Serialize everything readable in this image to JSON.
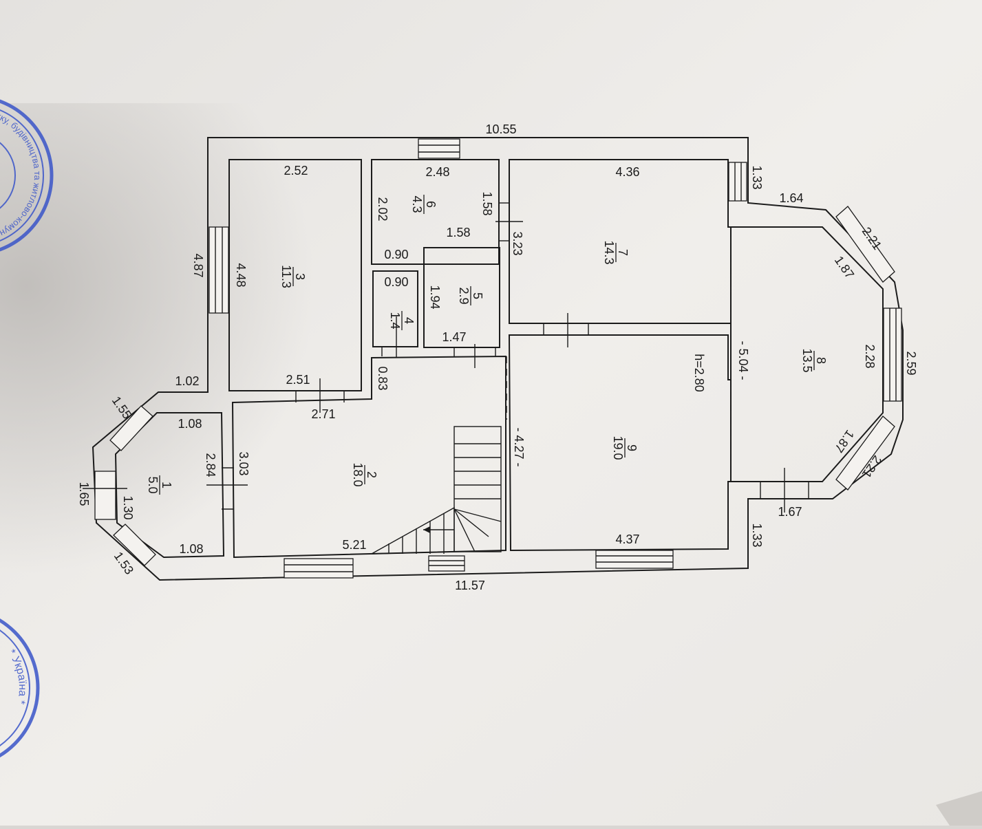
{
  "plan": {
    "dimensions": {
      "top_total": "10.55",
      "bottom_total": "11.57",
      "left_wall": "4.87",
      "bay_right_top": "1.33",
      "bay_right_bottom": "1.33",
      "bay_top_seg": "1.64",
      "bay_bottom_seg": "1.67",
      "bay_diag_top_outer": "2.21",
      "bay_diag_top_inner": "1.87",
      "bay_front_outer": "2.59",
      "bay_front_inner": "2.28",
      "bay_diag_bottom_inner": "1.87",
      "bay_diag_bottom_outer": "2.21",
      "porch_top": "1.02",
      "porch_diag_top": "1.55",
      "porch_front": "1.65",
      "porch_diag_bottom": "1.53",
      "room1_top": "1.08",
      "room1_bottom": "1.08",
      "room1_depth": "2.84",
      "room1_front": "1.30",
      "room2_depth": "3.03",
      "room2_bottom": "5.21",
      "room2_top": "2.71",
      "room3_top": "2.52",
      "room3_bottom": "2.51",
      "room3_depth": "4.48",
      "room6_top": "2.48",
      "room6_depth": "2.02",
      "room6_right": "1.58",
      "room6_bottom": "1.58",
      "room6_side": "0.90",
      "room4_top": "0.90",
      "room4_side": "0.83",
      "room5_depth": "1.94",
      "room5_bottom": "1.47",
      "hall_depth": "3.23",
      "room7_top": "4.36",
      "room9_bottom": "4.37",
      "room8_depth": "- 5.04 -",
      "room9_depth": "- 4.27 -",
      "height": "h=2.80"
    },
    "rooms": [
      {
        "num": "1",
        "area": "5.0"
      },
      {
        "num": "2",
        "area": "18.0"
      },
      {
        "num": "3",
        "area": "11.3"
      },
      {
        "num": "4",
        "area": "1.4"
      },
      {
        "num": "5",
        "area": "2.9"
      },
      {
        "num": "6",
        "area": "4.3"
      },
      {
        "num": "7",
        "area": "14.3"
      },
      {
        "num": "8",
        "area": "13.5"
      },
      {
        "num": "9",
        "area": "19.0"
      }
    ]
  },
  "stamps": {
    "top": "розвитку, будівництва та житлово-комунального господарства, архітектурно-будівельна інспекція Україна",
    "bottom": "* Україна *"
  }
}
